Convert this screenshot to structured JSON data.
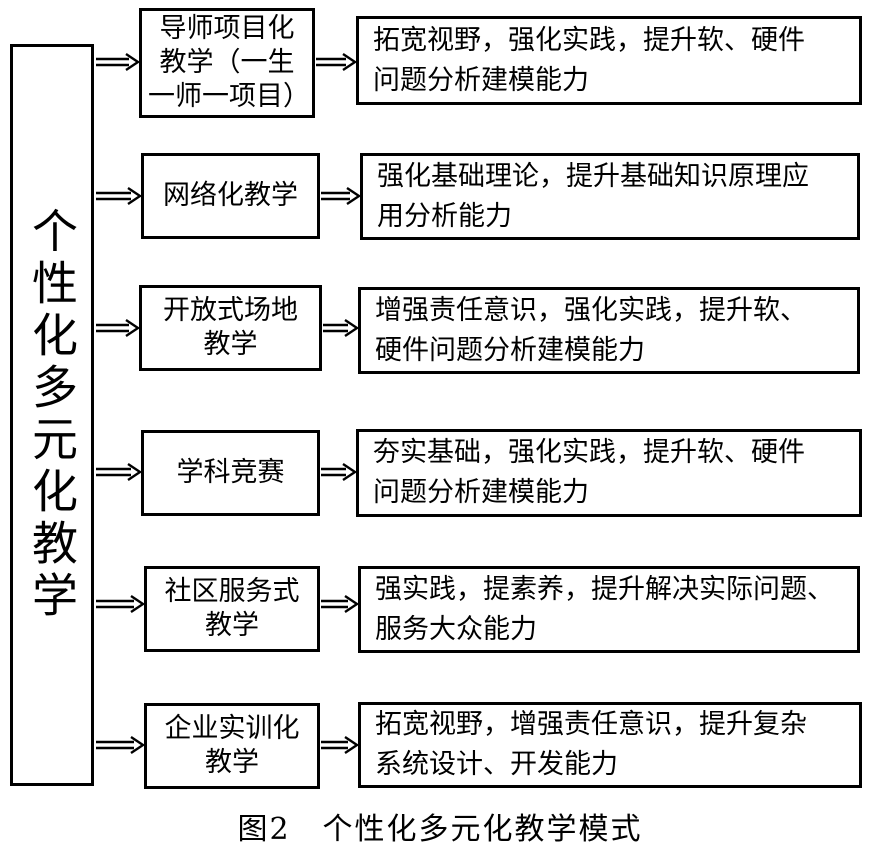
{
  "root": {
    "label": "个性化多元化教学"
  },
  "rows": [
    {
      "method": "导师项目化\n教学（一生\n一师一项目）",
      "outcome": "拓宽视野，强化实践，提升软、硬件\n问题分析建模能力"
    },
    {
      "method": "网络化教学",
      "outcome": "强化基础理论，提升基础知识原理应\n用分析能力"
    },
    {
      "method": "开放式场地\n教学",
      "outcome": "增强责任意识，强化实践，提升软、\n硬件问题分析建模能力"
    },
    {
      "method": "学科竞赛",
      "outcome": "夯实基础，强化实践，提升软、硬件\n问题分析建模能力"
    },
    {
      "method": "社区服务式\n教学",
      "outcome": "强实践，提素养，提升解决实际问题、\n服务大众能力"
    },
    {
      "method": "企业实训化\n教学",
      "outcome": "拓宽视野，增强责任意识，提升复杂\n系统设计、开发能力"
    }
  ],
  "caption": "图2　个性化多元化教学模式"
}
